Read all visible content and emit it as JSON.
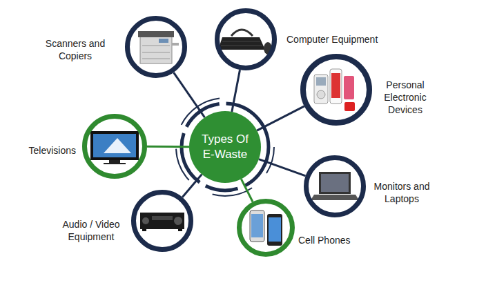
{
  "diagram": {
    "nodes": [
      {
        "text": [
          "Types Of E-Waste"
        ]
      },
      {
        "text": [
          "Scanners and Copiers"
        ]
      },
      {
        "text": [
          "Computer Equipment"
        ]
      },
      {
        "text": [
          "Personal Electronic Devices"
        ]
      },
      {
        "text": [
          "Televisions"
        ]
      },
      {
        "text": [
          "Monitors and Laptops"
        ]
      },
      {
        "text": [
          "Audio / Video Equipment"
        ]
      },
      {
        "text": [
          "Cell Phones"
        ]
      }
    ],
    "edges": [
      {
        "from": 0,
        "to": 1,
        "arrow": "none"
      },
      {
        "from": 0,
        "to": 2,
        "arrow": "none"
      },
      {
        "from": 0,
        "to": 3,
        "arrow": "none"
      },
      {
        "from": 0,
        "to": 4,
        "arrow": "none"
      },
      {
        "from": 0,
        "to": 5,
        "arrow": "none"
      },
      {
        "from": 0,
        "to": 6,
        "arrow": "none"
      },
      {
        "from": 0,
        "to": 7,
        "arrow": "none"
      }
    ]
  }
}
